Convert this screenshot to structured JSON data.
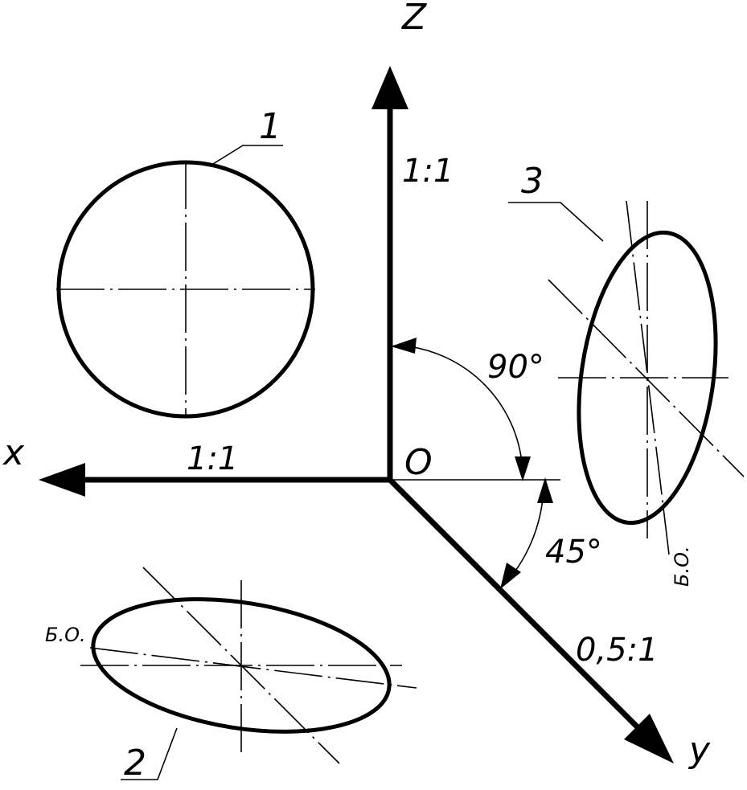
{
  "axes": {
    "z_label": "Z",
    "x_label": "x",
    "y_label": "y",
    "origin_label": "O",
    "z_scale": "1:1",
    "x_scale": "1:1",
    "y_scale": "0,5:1"
  },
  "angles": {
    "zx": "90°",
    "xy": "45°"
  },
  "shapes": {
    "circle_1": "1",
    "ellipse_2": "2",
    "ellipse_3": "3",
    "minor_axis_2": "Б.О.",
    "minor_axis_3": "Б.О."
  }
}
